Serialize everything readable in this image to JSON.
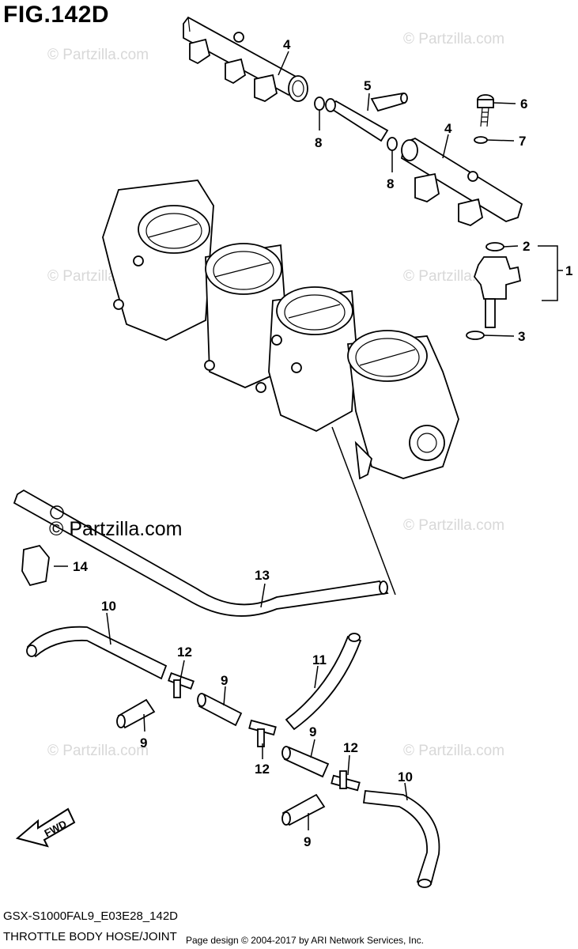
{
  "figure": {
    "title": "FIG.142D",
    "code": "GSX-S1000FAL9_E03E28_142D",
    "name": "THROTTLE BODY HOSE/JOINT",
    "credit": "Page design © 2004-2017 by ARI Network Services, Inc."
  },
  "watermark": {
    "main": "© Partzilla.com",
    "faint": "© Partzilla.com"
  },
  "fwd_label": "FWD",
  "callouts": {
    "c1": "1",
    "c2": "2",
    "c3": "3",
    "c4a": "4",
    "c4b": "4",
    "c5": "5",
    "c6": "6",
    "c7": "7",
    "c8a": "8",
    "c8b": "8",
    "c9a": "9",
    "c9b": "9",
    "c9c": "9",
    "c9d": "9",
    "c10a": "10",
    "c10b": "10",
    "c11": "11",
    "c12a": "12",
    "c12b": "12",
    "c12c": "12",
    "c13": "13",
    "c14": "14"
  }
}
